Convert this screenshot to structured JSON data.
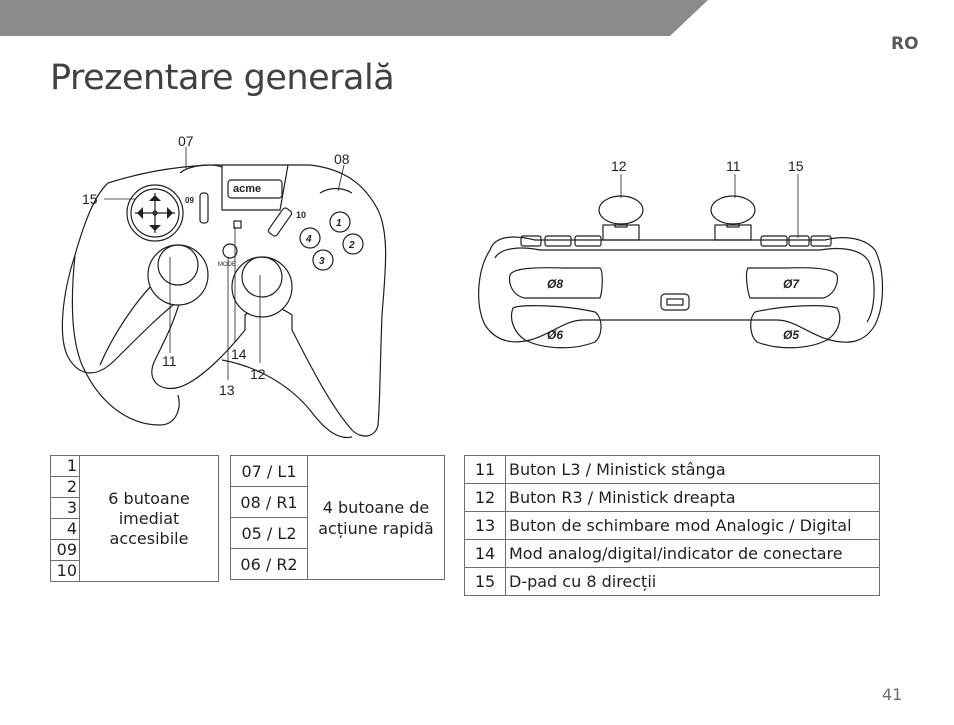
{
  "header": {
    "lang": "RO",
    "title": "Prezentare generală"
  },
  "front_view": {
    "brand": "acme",
    "mode_label": "MODE",
    "face_buttons": [
      "1",
      "2",
      "3",
      "4"
    ],
    "button_09_label": "09",
    "button_10_label": "10",
    "callouts": {
      "c07": "07",
      "c08": "08",
      "c15": "15",
      "c11": "11",
      "c14": "14",
      "c12": "12",
      "c13": "13"
    }
  },
  "top_view": {
    "callouts": {
      "c12": "12",
      "c11": "11",
      "c15": "15"
    },
    "shoulder_labels": {
      "b08": "Ø8",
      "b07": "Ø7",
      "b06": "Ø6",
      "b05": "Ø5"
    }
  },
  "table1": {
    "numbers": [
      "1",
      "2",
      "3",
      "4",
      "09",
      "10"
    ],
    "description": "6 butoane imediat accesibile"
  },
  "table2": {
    "codes": [
      "07 / L1",
      "08 / R1",
      "05 / L2",
      "06 / R2"
    ],
    "description": "4 butoane de acțiune rapidă"
  },
  "table3": {
    "rows": [
      {
        "num": "11",
        "text": "Buton L3 / Ministick stânga"
      },
      {
        "num": "12",
        "text": "Buton R3 / Ministick dreapta"
      },
      {
        "num": "13",
        "text": "Buton de schimbare mod Analogic / Digital"
      },
      {
        "num": "14",
        "text": "Mod analog/digital/indicator de conectare"
      },
      {
        "num": "15",
        "text": "D-pad cu 8 direcții"
      }
    ]
  },
  "footer": {
    "page_number": "41"
  },
  "colors": {
    "band": "#8a8b8d",
    "text": "#231f20",
    "title": "#414042"
  }
}
